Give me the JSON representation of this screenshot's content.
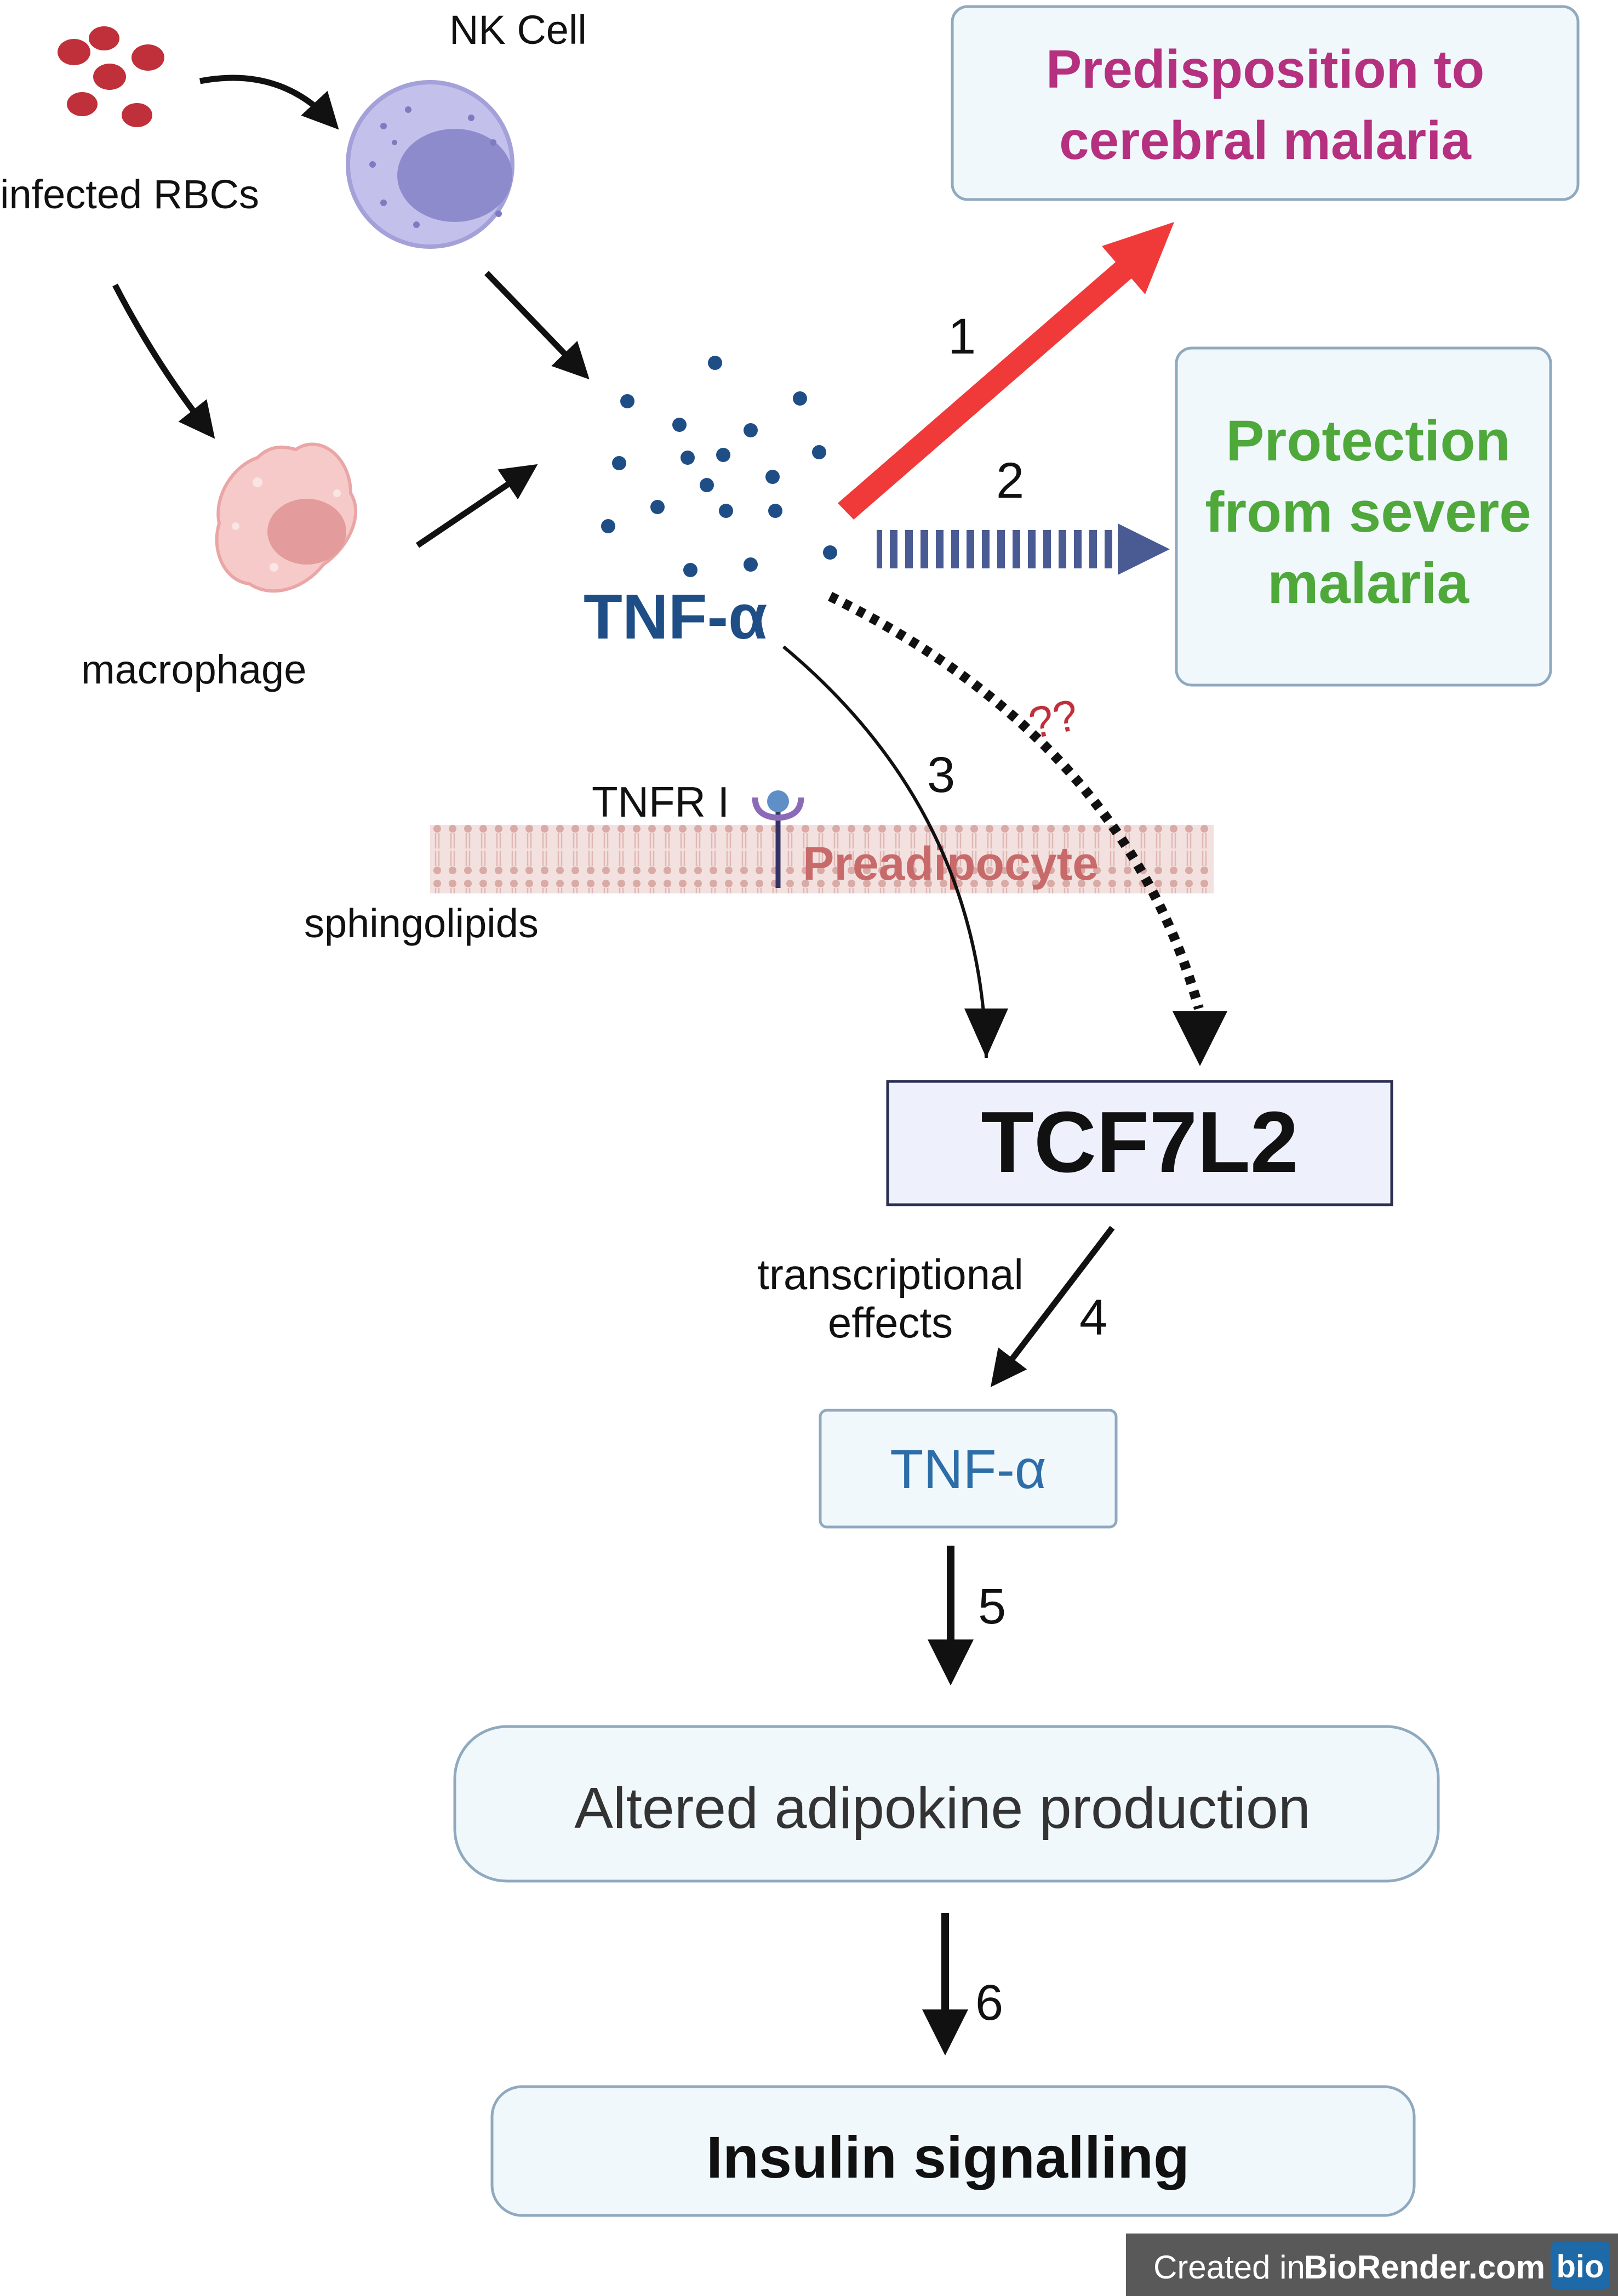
{
  "labels": {
    "nk_cell": "NK Cell",
    "infected_rbcs": "infected RBCs",
    "macrophage": "macrophage",
    "tnf_alpha_main": "TNF-α",
    "tnfr": "TNFR I",
    "preadipocyte": "Preadipocyte",
    "sphingolipids": "sphingolipids",
    "question_marks": "??",
    "transcriptional_line1": "transcriptional",
    "transcriptional_line2": "effects"
  },
  "outcomes": {
    "predisposition_line1": "Predisposition to",
    "predisposition_line2": "cerebral malaria",
    "protection_line1": "Protection",
    "protection_line2": "from severe",
    "protection_line3": "malaria"
  },
  "boxes": {
    "tcf7l2": "TCF7L2",
    "tnf_alpha_box": "TNF-α",
    "adipokine": "Altered adipokine production",
    "insulin": "Insulin signalling"
  },
  "steps": [
    "1",
    "2",
    "3",
    "4",
    "5",
    "6"
  ],
  "footer": {
    "created_in": "Created in",
    "brand": "BioRender.com",
    "badge": "bio"
  },
  "colors": {
    "rbc": "#c0303a",
    "predisposition_text": "#b5307e",
    "protection_text": "#4fa83a",
    "tnf_text": "#1f4e86",
    "tnf_box_text": "#2e6ea8",
    "red_arrow": "#f03a3a",
    "dotted_arrow": "#4a5a93",
    "nk_cell": "#b5b3e6",
    "macrophage": "#f7caca"
  }
}
